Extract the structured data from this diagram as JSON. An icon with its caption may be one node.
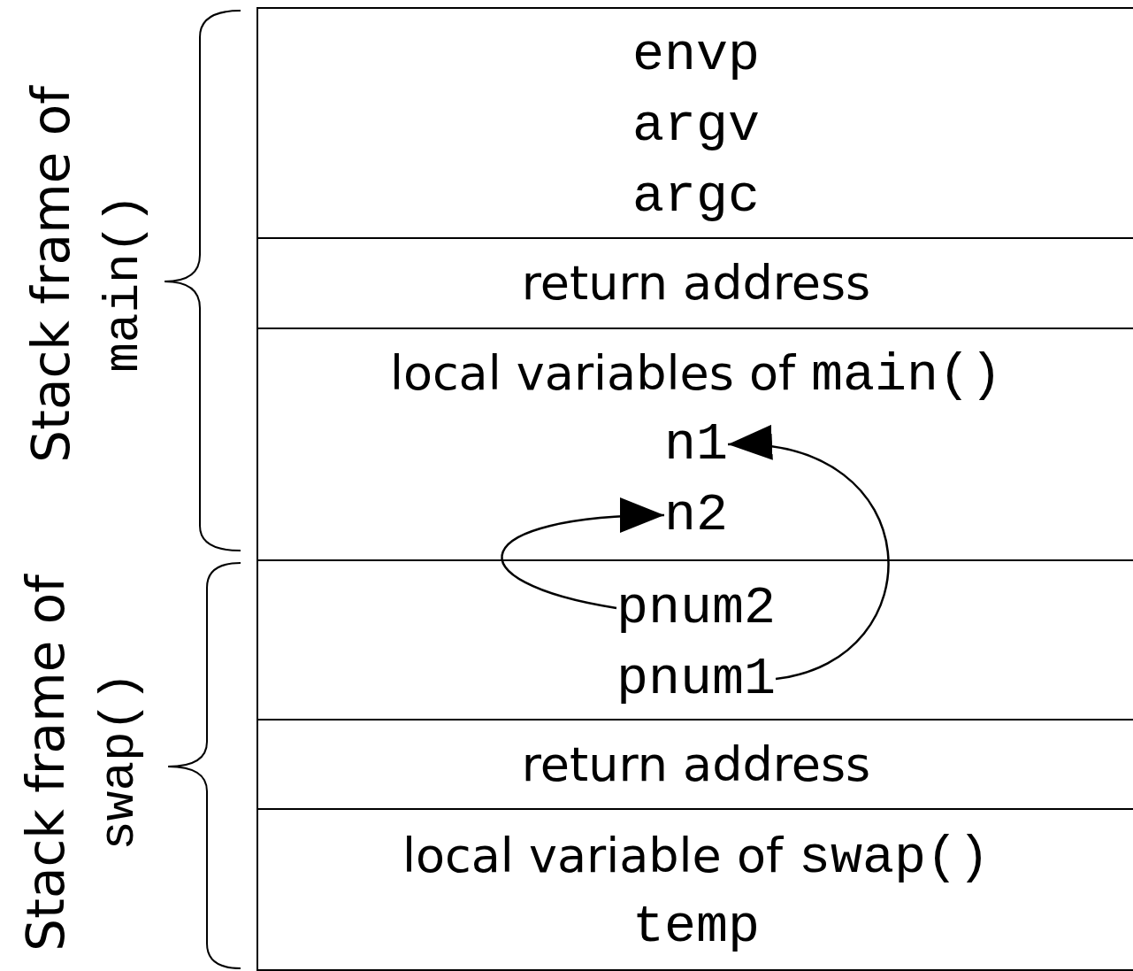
{
  "diagram": {
    "nodes": [
      {
        "text": [
          "envp",
          "argv",
          "argc"
        ]
      },
      {
        "text": [
          "return address"
        ]
      },
      {
        "text": [
          "local variables of",
          "main()"
        ]
      },
      {
        "text": [
          "n1"
        ],
        "in": 2
      },
      {
        "text": [
          "n2"
        ],
        "in": 2
      },
      {
        "text": [],
        "shape": "box"
      },
      {
        "text": [
          "pnum2"
        ],
        "in": 5
      },
      {
        "text": [
          "pnum1"
        ],
        "in": 5
      },
      {
        "text": [
          "return address"
        ]
      },
      {
        "text": [
          "local variable of",
          "swap()",
          "temp"
        ]
      }
    ],
    "edges": [
      {
        "from": 6,
        "to": 4,
        "arrow": "to"
      },
      {
        "from": 7,
        "to": 3,
        "arrow": "to"
      }
    ],
    "labels": [
      "Stack frame of",
      "main()",
      "Stack frame of",
      "swap()"
    ]
  }
}
